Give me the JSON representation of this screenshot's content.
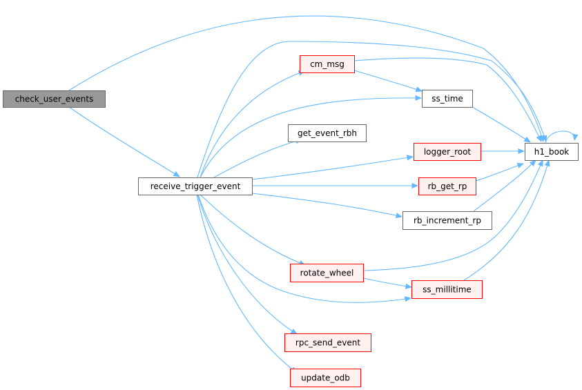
{
  "colors": {
    "edge": "#63b8ff",
    "root_fill": "#999999",
    "root_stroke": "#666666",
    "plain_fill": "#ffffff",
    "plain_stroke": "#666666",
    "linked_fill": "#fff0f0",
    "linked_stroke": "#ff0000"
  },
  "nodes": {
    "check_user_events": {
      "label": "check_user_events",
      "style": "root"
    },
    "receive_trigger_event": {
      "label": "receive_trigger_event",
      "style": "plain"
    },
    "cm_msg": {
      "label": "cm_msg",
      "style": "linked"
    },
    "ss_time": {
      "label": "ss_time",
      "style": "plain"
    },
    "get_event_rbh": {
      "label": "get_event_rbh",
      "style": "plain"
    },
    "logger_root": {
      "label": "logger_root",
      "style": "linked"
    },
    "rb_get_rp": {
      "label": "rb_get_rp",
      "style": "linked"
    },
    "rb_increment_rp": {
      "label": "rb_increment_rp",
      "style": "plain"
    },
    "rotate_wheel": {
      "label": "rotate_wheel",
      "style": "linked"
    },
    "ss_millitime": {
      "label": "ss_millitime",
      "style": "linked"
    },
    "rpc_send_event": {
      "label": "rpc_send_event",
      "style": "linked"
    },
    "update_odb": {
      "label": "update_odb",
      "style": "linked"
    },
    "h1_book": {
      "label": "h1_book",
      "style": "plain"
    }
  },
  "edges": [
    [
      "check_user_events",
      "h1_book"
    ],
    [
      "check_user_events",
      "receive_trigger_event"
    ],
    [
      "receive_trigger_event",
      "cm_msg"
    ],
    [
      "receive_trigger_event",
      "h1_book"
    ],
    [
      "receive_trigger_event",
      "ss_time"
    ],
    [
      "receive_trigger_event",
      "get_event_rbh"
    ],
    [
      "receive_trigger_event",
      "logger_root"
    ],
    [
      "receive_trigger_event",
      "rb_get_rp"
    ],
    [
      "receive_trigger_event",
      "rb_increment_rp"
    ],
    [
      "receive_trigger_event",
      "rotate_wheel"
    ],
    [
      "receive_trigger_event",
      "ss_millitime"
    ],
    [
      "receive_trigger_event",
      "rpc_send_event"
    ],
    [
      "receive_trigger_event",
      "update_odb"
    ],
    [
      "cm_msg",
      "ss_time"
    ],
    [
      "cm_msg",
      "h1_book"
    ],
    [
      "ss_time",
      "h1_book"
    ],
    [
      "logger_root",
      "h1_book"
    ],
    [
      "rb_get_rp",
      "h1_book"
    ],
    [
      "rb_increment_rp",
      "h1_book"
    ],
    [
      "rotate_wheel",
      "h1_book"
    ],
    [
      "rotate_wheel",
      "ss_millitime"
    ],
    [
      "ss_millitime",
      "h1_book"
    ],
    [
      "h1_book",
      "h1_book"
    ]
  ]
}
